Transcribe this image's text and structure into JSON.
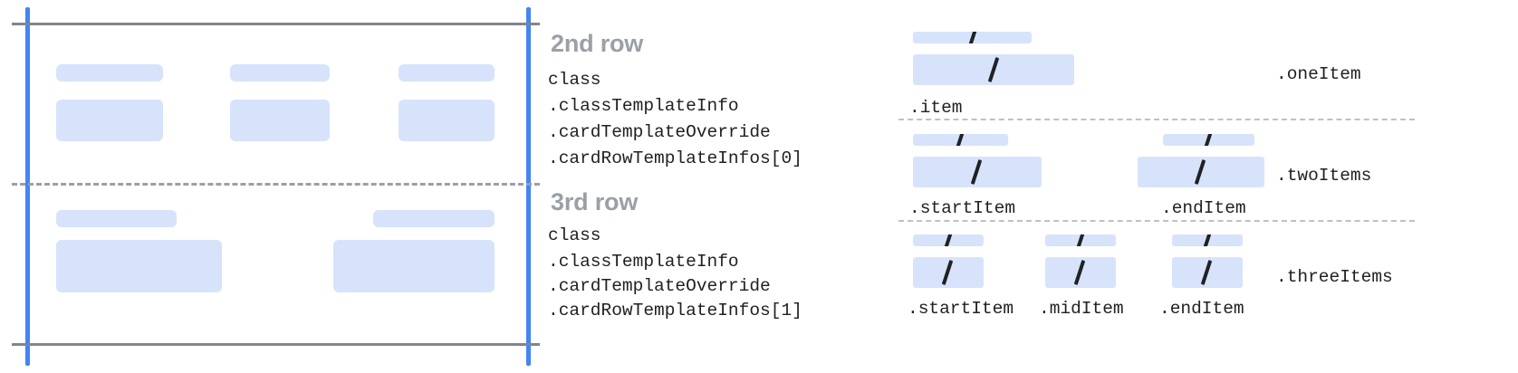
{
  "colors": {
    "placeholder_block": "#d7e3fb",
    "guide_blue": "#4285f4",
    "guide_gray": "#80868b",
    "dashed_gray": "#9aa0a6",
    "heading_gray": "#9aa0a6",
    "code_text": "#202124",
    "background": "#ffffff"
  },
  "left_panel": {
    "name": "card-frame-diagram",
    "rows": [
      {
        "name": "second-row-preview",
        "cells": [
          {
            "title_block": true,
            "body_block": true
          },
          {
            "title_block": true,
            "body_block": true
          },
          {
            "title_block": true,
            "body_block": true
          }
        ]
      },
      {
        "name": "third-row-preview",
        "cells": [
          {
            "title_block": true,
            "body_block": true
          },
          {
            "title_block": true,
            "body_block": true
          }
        ]
      }
    ]
  },
  "rows": [
    {
      "heading": "2nd row",
      "code": [
        "class",
        ".classTemplateInfo",
        ".cardTemplateOverride",
        ".cardRowTemplateInfos[0]"
      ]
    },
    {
      "heading": "3rd row",
      "code": [
        "class",
        ".classTemplateInfo",
        ".cardTemplateOverride",
        ".cardRowTemplateInfos[1]"
      ]
    }
  ],
  "variants": [
    {
      "label": ".oneItem",
      "items": [
        {
          "caption": ".item",
          "glyph": "/"
        }
      ]
    },
    {
      "label": ".twoItems",
      "items": [
        {
          "caption": ".startItem",
          "glyph": "/"
        },
        {
          "caption": ".endItem",
          "glyph": "/"
        }
      ]
    },
    {
      "label": ".threeItems",
      "items": [
        {
          "caption": ".startItem",
          "glyph": "/"
        },
        {
          "caption": ".midItem",
          "glyph": "/"
        },
        {
          "caption": ".endItem",
          "glyph": "/"
        }
      ]
    }
  ]
}
